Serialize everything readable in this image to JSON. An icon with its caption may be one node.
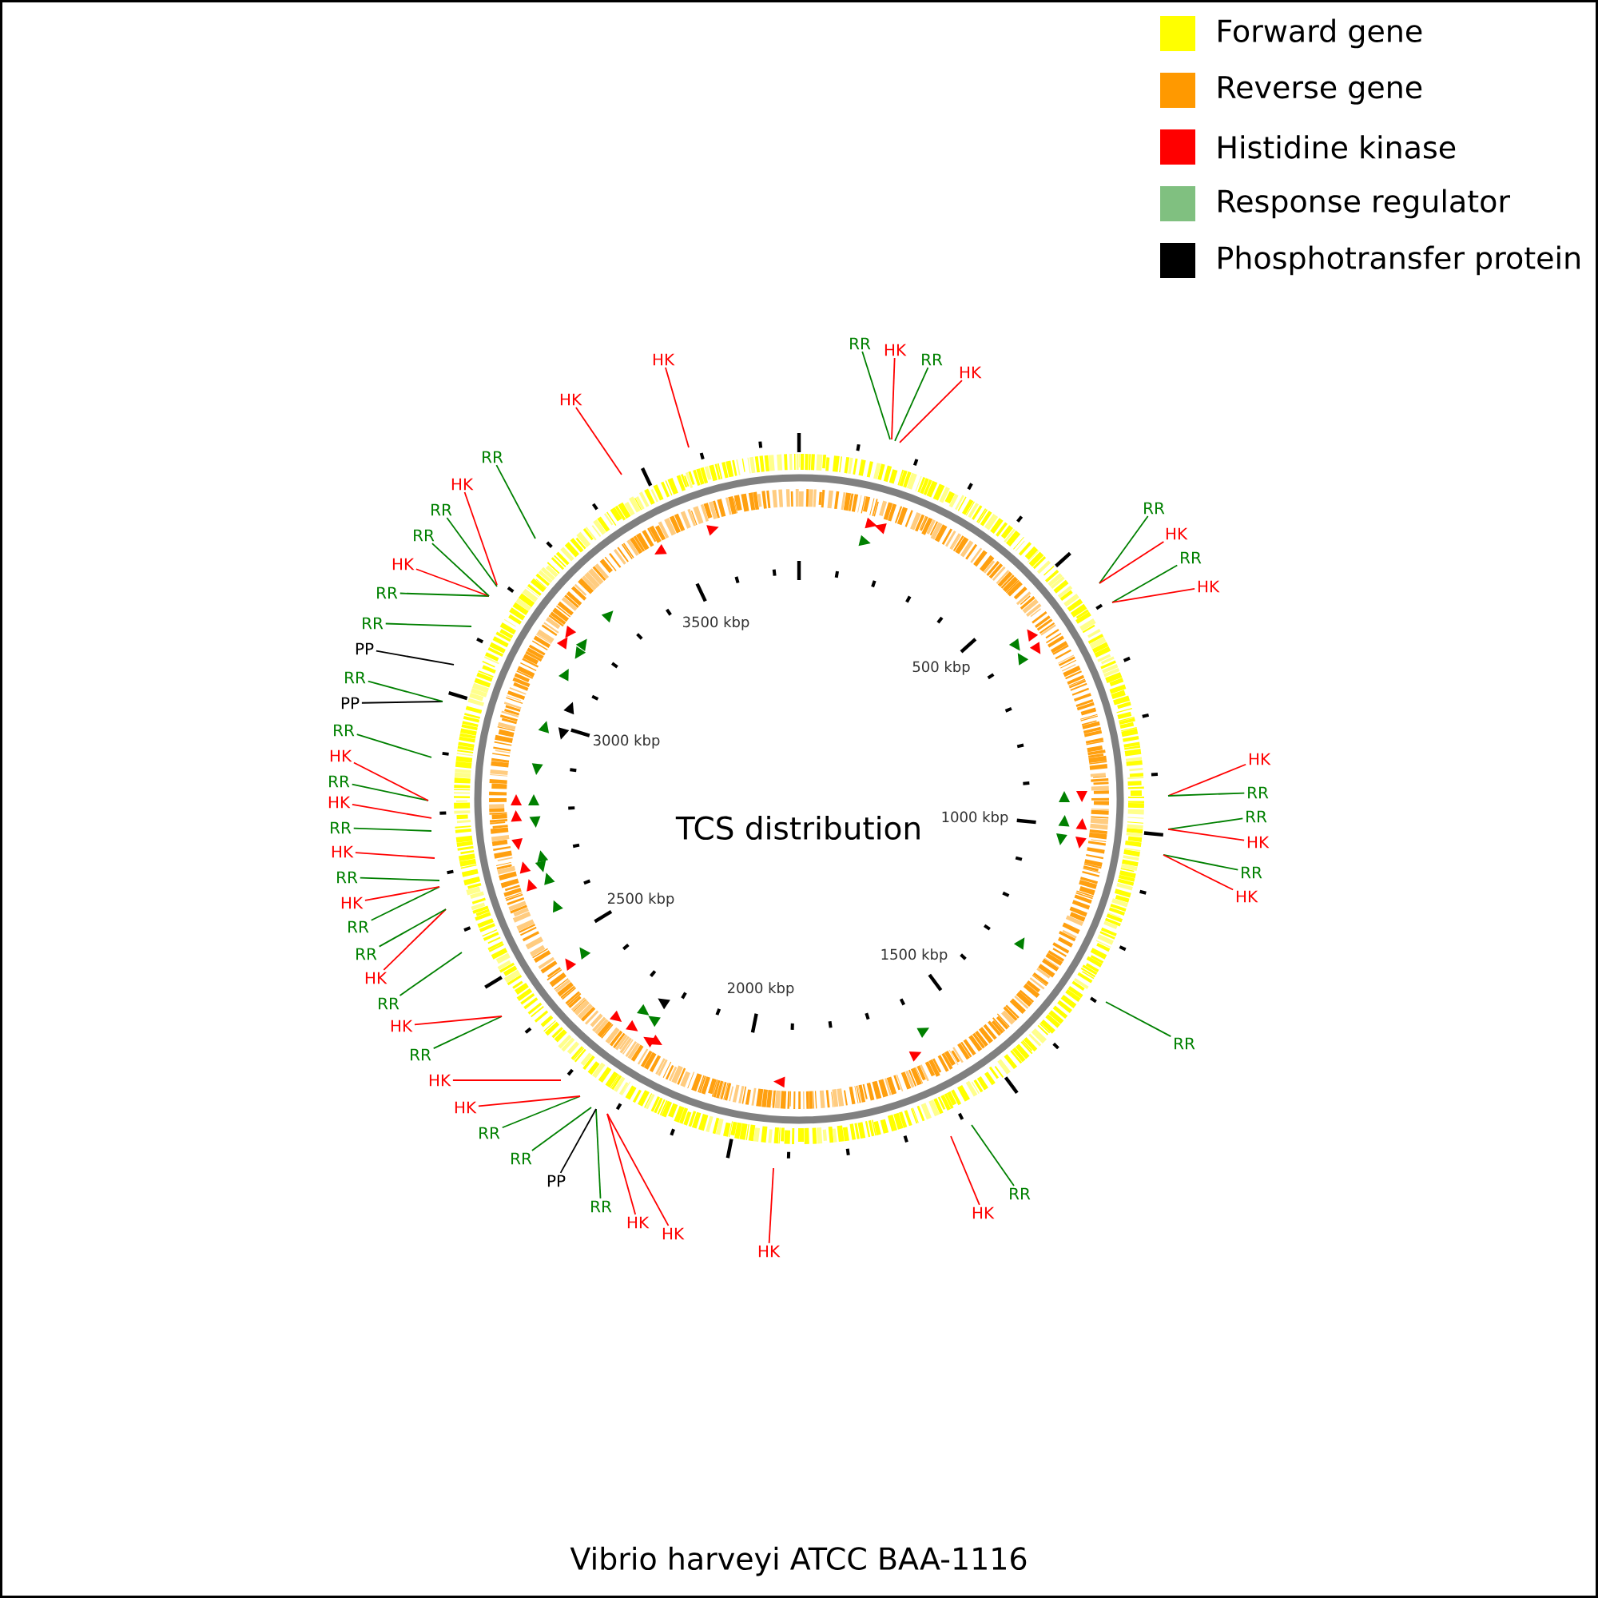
{
  "diagram": {
    "title": "TCS distribution",
    "caption": "Vibrio harveyi ATCC BAA-1116",
    "nodes": [
      {
        "text": [
          "RR"
        ]
      },
      {
        "text": [
          "HK"
        ]
      },
      {
        "text": [
          "RR"
        ]
      },
      {
        "text": [
          "HK"
        ]
      },
      {
        "text": [
          "RR"
        ]
      },
      {
        "text": [
          "HK"
        ]
      },
      {
        "text": [
          "RR"
        ]
      },
      {
        "text": [
          "HK"
        ]
      },
      {
        "text": [
          "HK"
        ]
      },
      {
        "text": [
          "RR"
        ]
      },
      {
        "text": [
          "RR"
        ]
      },
      {
        "text": [
          "HK"
        ]
      },
      {
        "text": [
          "RR"
        ]
      },
      {
        "text": [
          "HK"
        ]
      },
      {
        "text": [
          "RR"
        ]
      },
      {
        "text": [
          "RR"
        ]
      },
      {
        "text": [
          "HK"
        ]
      },
      {
        "text": [
          "HK"
        ]
      },
      {
        "text": [
          "HK"
        ]
      },
      {
        "text": [
          "HK"
        ]
      },
      {
        "text": [
          "RR"
        ]
      },
      {
        "text": [
          "PP"
        ]
      },
      {
        "text": [
          "RR"
        ]
      },
      {
        "text": [
          "RR"
        ]
      },
      {
        "text": [
          "HK"
        ]
      },
      {
        "text": [
          "HK"
        ]
      },
      {
        "text": [
          "RR"
        ]
      },
      {
        "text": [
          "HK"
        ]
      },
      {
        "text": [
          "RR"
        ]
      },
      {
        "text": [
          "HK"
        ]
      },
      {
        "text": [
          "RR"
        ]
      },
      {
        "text": [
          "RR"
        ]
      },
      {
        "text": [
          "HK"
        ]
      },
      {
        "text": [
          "RR"
        ]
      },
      {
        "text": [
          "HK"
        ]
      },
      {
        "text": [
          "RR"
        ]
      },
      {
        "text": [
          "HK"
        ]
      },
      {
        "text": [
          "RR"
        ]
      },
      {
        "text": [
          "HK"
        ]
      },
      {
        "text": [
          "RR"
        ]
      },
      {
        "text": [
          "PP"
        ]
      },
      {
        "text": [
          "RR"
        ]
      },
      {
        "text": [
          "PP"
        ]
      },
      {
        "text": [
          "RR"
        ]
      },
      {
        "text": [
          "RR"
        ]
      },
      {
        "text": [
          "HK"
        ]
      },
      {
        "text": [
          "RR"
        ]
      },
      {
        "text": [
          "RR"
        ]
      },
      {
        "text": [
          "HK"
        ]
      },
      {
        "text": [
          "RR"
        ]
      },
      {
        "text": [
          "HK"
        ]
      },
      {
        "text": [
          "HK"
        ]
      }
    ],
    "edges": [
      {
        "from": 0,
        "to": null,
        "arrow": "none"
      },
      {
        "from": 1,
        "to": null,
        "arrow": "none",
        "color": "#ff0000"
      },
      {
        "from": 2,
        "to": null,
        "arrow": "none"
      },
      {
        "from": 3,
        "to": null,
        "arrow": "none",
        "color": "#ff0000"
      },
      {
        "from": 4,
        "to": null,
        "arrow": "none"
      },
      {
        "from": 5,
        "to": null,
        "arrow": "none",
        "color": "#ff0000"
      },
      {
        "from": 6,
        "to": null,
        "arrow": "none"
      },
      {
        "from": 7,
        "to": null,
        "arrow": "none",
        "color": "#ff0000"
      },
      {
        "from": 8,
        "to": null,
        "arrow": "none",
        "color": "#ff0000"
      },
      {
        "from": 9,
        "to": null,
        "arrow": "none"
      },
      {
        "from": 10,
        "to": null,
        "arrow": "none"
      },
      {
        "from": 11,
        "to": null,
        "arrow": "none",
        "color": "#ff0000"
      },
      {
        "from": 12,
        "to": null,
        "arrow": "none"
      },
      {
        "from": 13,
        "to": null,
        "arrow": "none",
        "color": "#ff0000"
      },
      {
        "from": 14,
        "to": null,
        "arrow": "none"
      },
      {
        "from": 15,
        "to": null,
        "arrow": "none"
      },
      {
        "from": 16,
        "to": null,
        "arrow": "none",
        "color": "#ff0000"
      },
      {
        "from": 17,
        "to": null,
        "arrow": "none",
        "color": "#ff0000"
      },
      {
        "from": 18,
        "to": null,
        "arrow": "none",
        "color": "#ff0000"
      },
      {
        "from": 19,
        "to": null,
        "arrow": "none",
        "color": "#ff0000"
      },
      {
        "from": 20,
        "to": null,
        "arrow": "none"
      },
      {
        "from": 21,
        "to": null,
        "arrow": "none",
        "color": "#000000"
      },
      {
        "from": 22,
        "to": null,
        "arrow": "none"
      },
      {
        "from": 23,
        "to": null,
        "arrow": "none"
      },
      {
        "from": 24,
        "to": null,
        "arrow": "none",
        "color": "#ff0000"
      },
      {
        "from": 25,
        "to": null,
        "arrow": "none",
        "color": "#ff0000"
      },
      {
        "from": 26,
        "to": null,
        "arrow": "none"
      },
      {
        "from": 27,
        "to": null,
        "arrow": "none",
        "color": "#ff0000"
      },
      {
        "from": 28,
        "to": null,
        "arrow": "none"
      },
      {
        "from": 29,
        "to": null,
        "arrow": "none",
        "color": "#ff0000"
      },
      {
        "from": 30,
        "to": null,
        "arrow": "none"
      },
      {
        "from": 31,
        "to": null,
        "arrow": "none"
      },
      {
        "from": 32,
        "to": null,
        "arrow": "none",
        "color": "#ff0000"
      },
      {
        "from": 33,
        "to": null,
        "arrow": "none"
      },
      {
        "from": 34,
        "to": null,
        "arrow": "none",
        "color": "#ff0000"
      },
      {
        "from": 35,
        "to": null,
        "arrow": "none"
      },
      {
        "from": 36,
        "to": null,
        "arrow": "none",
        "color": "#ff0000"
      },
      {
        "from": 37,
        "to": null,
        "arrow": "none"
      },
      {
        "from": 38,
        "to": null,
        "arrow": "none",
        "color": "#ff0000"
      },
      {
        "from": 39,
        "to": null,
        "arrow": "none"
      },
      {
        "from": 40,
        "to": null,
        "arrow": "none",
        "color": "#000000"
      },
      {
        "from": 41,
        "to": null,
        "arrow": "none"
      },
      {
        "from": 42,
        "to": null,
        "arrow": "none",
        "color": "#000000"
      },
      {
        "from": 43,
        "to": null,
        "arrow": "none"
      },
      {
        "from": 44,
        "to": null,
        "arrow": "none"
      },
      {
        "from": 45,
        "to": null,
        "arrow": "none",
        "color": "#ff0000"
      },
      {
        "from": 46,
        "to": null,
        "arrow": "none"
      },
      {
        "from": 47,
        "to": null,
        "arrow": "none"
      },
      {
        "from": 48,
        "to": null,
        "arrow": "none",
        "color": "#ff0000"
      },
      {
        "from": 49,
        "to": null,
        "arrow": "none"
      },
      {
        "from": 50,
        "to": null,
        "arrow": "none",
        "color": "#ff0000"
      },
      {
        "from": 51,
        "to": null,
        "arrow": "none",
        "color": "#ff0000"
      }
    ],
    "labels": [
      "500 kbp",
      "1000 kbp",
      "1500 kbp",
      "2000 kbp",
      "2500 kbp",
      "3000 kbp",
      "3500 kbp"
    ],
    "legend": [
      {
        "text": "Forward gene",
        "color": "#ffff00"
      },
      {
        "text": "Reverse gene",
        "color": "#ff9900"
      },
      {
        "text": "Histidine kinase",
        "color": "#ff0000"
      },
      {
        "text": "Response regulator",
        "color": "#80c080"
      },
      {
        "text": "Phosphotransfer protein",
        "color": "#000000"
      }
    ]
  }
}
